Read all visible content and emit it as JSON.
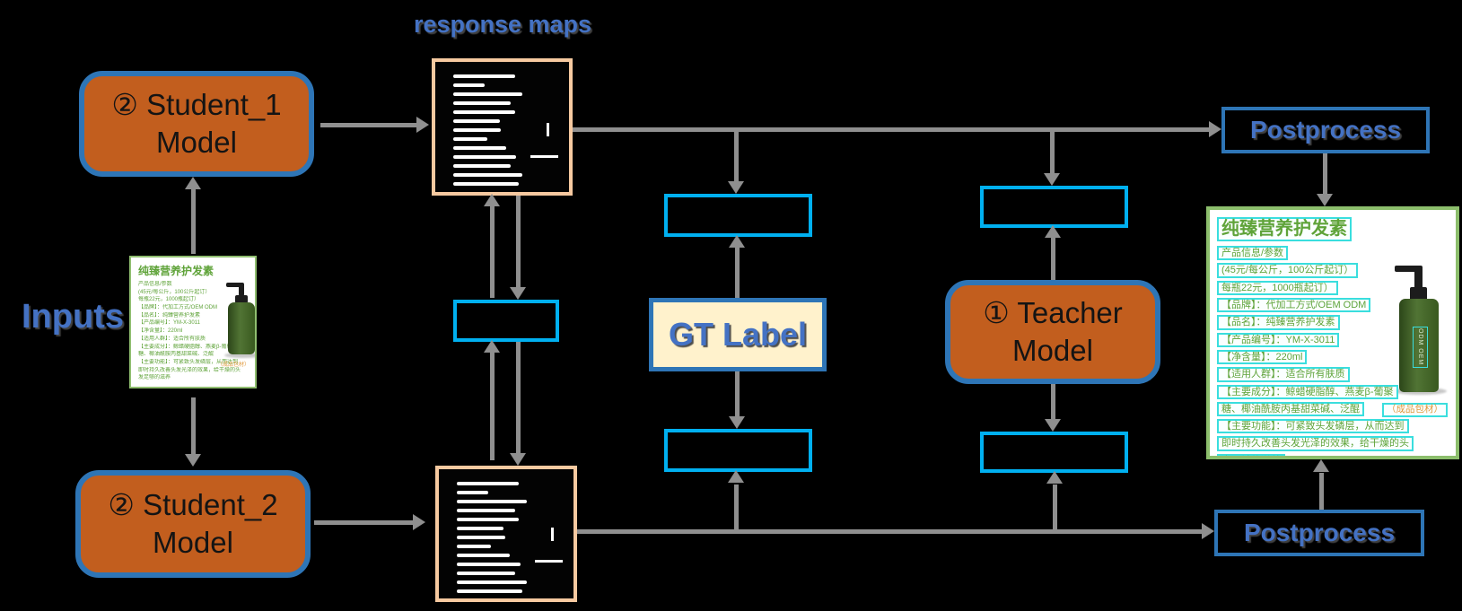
{
  "diagram": {
    "title": "response maps",
    "inputs_label": "Inputs",
    "student1": {
      "line1": "② Student_1",
      "line2": "Model"
    },
    "student2": {
      "line1": "② Student_2",
      "line2": "Model"
    },
    "teacher": {
      "line1": "① Teacher",
      "line2": "Model"
    },
    "gt_label": "GT Label",
    "postprocess_top": "Postprocess",
    "postprocess_bottom": "Postprocess"
  },
  "product": {
    "title": "纯臻营养护发素",
    "lines": [
      "产品信息/参数",
      "(45元/每公斤，100公斤起订）",
      "每瓶22元，1000瓶起订）",
      "【品牌】：代加工方式/OEM ODM",
      "【品名】：纯臻营养护发素",
      "【产品编号】：YM-X-3011",
      "【净含量】：220ml",
      "【适用人群】：适合所有肤质",
      "【主要成分】：鲸蜡硬脂醇、燕麦β-葡聚",
      "糖、椰油酰胺丙基甜菜碱、泛醌",
      "【主要功能】：可紧致头发磷层，从而达到",
      "即时持久改善头发光泽的效果，给干燥的头",
      "发足够的滋养"
    ],
    "package_note": "（成品包材）",
    "bottle_text": "ODM OEM"
  },
  "response_map": {
    "stripe_widths_pct": [
      49,
      25,
      55,
      46,
      49,
      37,
      38,
      27,
      42,
      50,
      46,
      55,
      52,
      18
    ]
  },
  "colors": {
    "model_fill": "#C25E1E",
    "model_border": "#2E75B6",
    "cyan_box_border": "#00B0F0",
    "map_border": "#F6C9A0",
    "arrow_gray": "#8F8F8F",
    "label_blue": "#4472C4",
    "gt_fill": "#FFF2CC",
    "product_green": "#5FA339",
    "highlight_cyan": "#3ADEDE",
    "note_orange": "#E09A3E",
    "panel_border_green": "#8CBE6C"
  }
}
